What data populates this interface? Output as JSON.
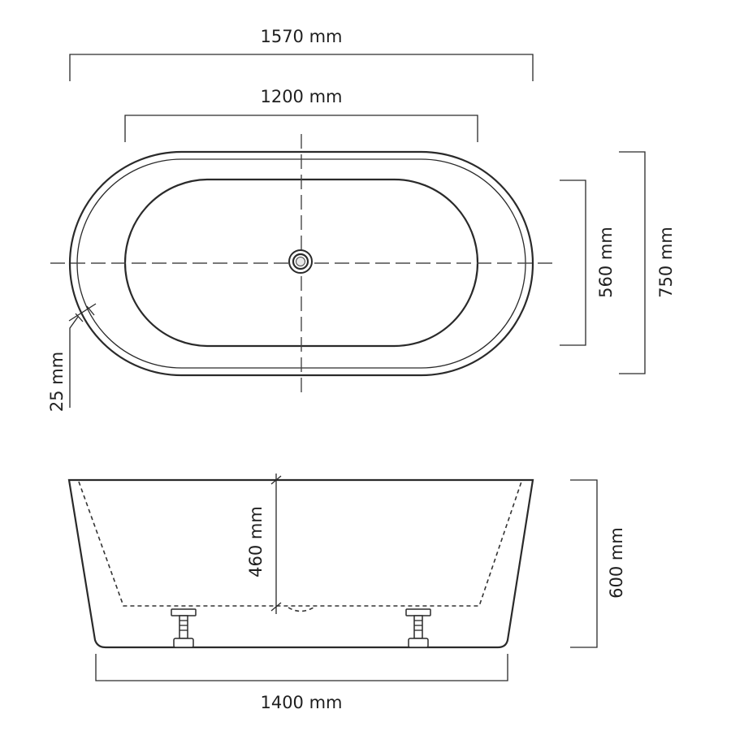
{
  "dimensions": {
    "overall_length": "1570 mm",
    "inner_length": "1200 mm",
    "inner_width": "560 mm",
    "overall_width": "750 mm",
    "rim_thickness": "25 mm",
    "inner_depth": "460 mm",
    "overall_height": "600 mm",
    "base_length": "1400 mm"
  },
  "colors": {
    "line": "#2a2a2a",
    "background": "#ffffff"
  }
}
